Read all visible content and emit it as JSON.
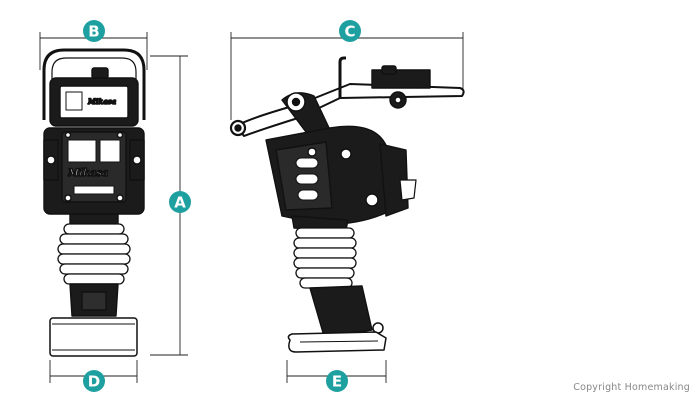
{
  "colors": {
    "badge": "#1fa0a0",
    "line": "#111111",
    "dim": "#222222",
    "badge_text": "#ffffff"
  },
  "dimension_labels": {
    "a": "A",
    "b": "B",
    "c": "C",
    "d": "D",
    "e": "E"
  },
  "brand_mark": "Mikasa",
  "copyright": "Copyright Homemaking"
}
